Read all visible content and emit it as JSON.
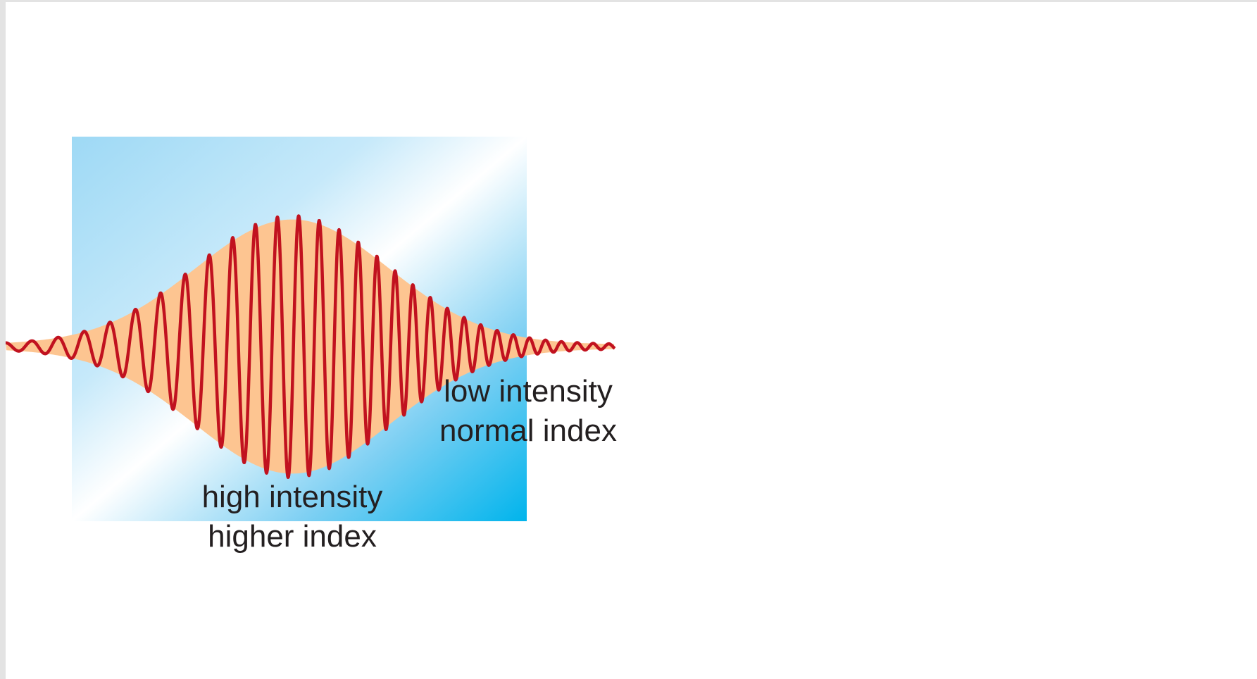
{
  "labels": {
    "low_intensity": [
      "low intensity",
      "normal index"
    ],
    "high_intensity": [
      "high intensity",
      "higher index"
    ]
  },
  "colors": {
    "medium_light": "#ffffff",
    "medium_dark": "#00b4ec",
    "medium_edge": "#9ed9f5",
    "envelope_fill": "#fdc591",
    "wave_stroke": "#c1121f",
    "text": "#231f20",
    "frame": "#e3e3e3"
  }
}
